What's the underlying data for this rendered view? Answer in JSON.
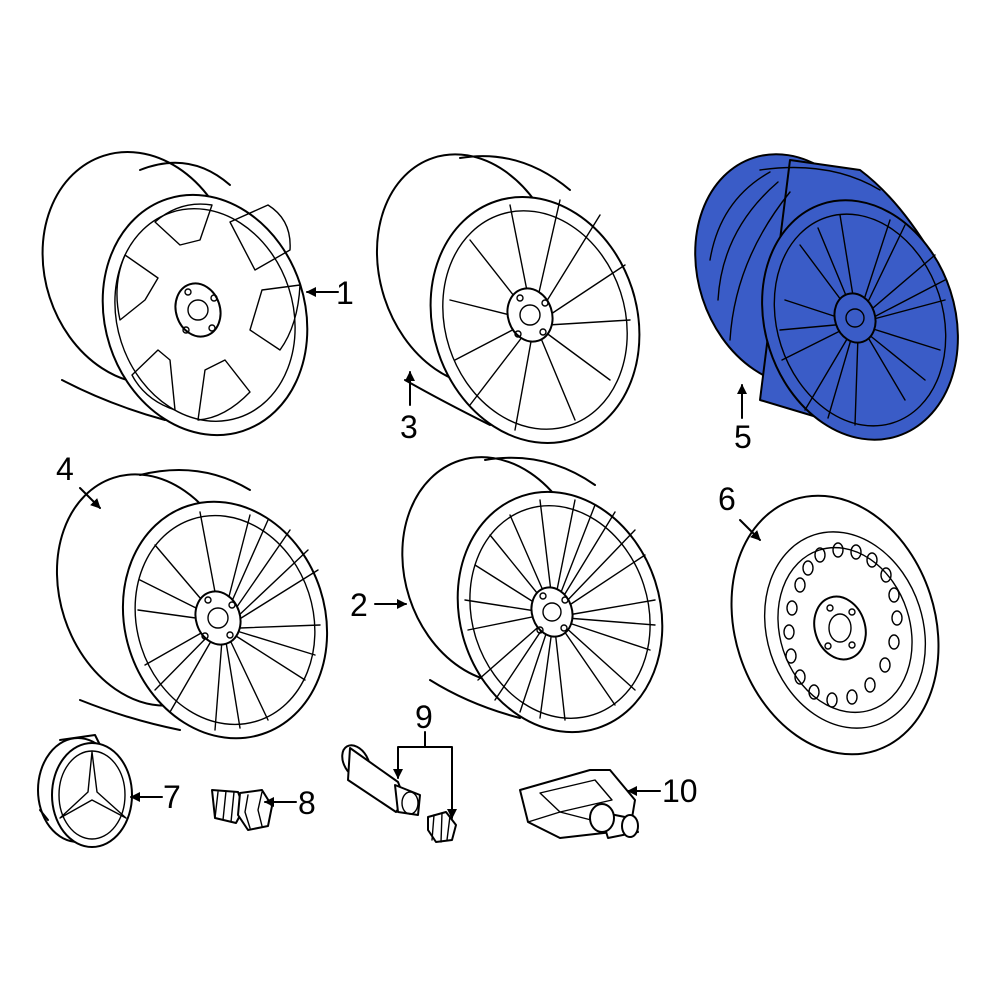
{
  "highlight_color": "#3a5cc7",
  "callouts": {
    "c1": "1",
    "c2": "2",
    "c3": "3",
    "c4": "4",
    "c5": "5",
    "c6": "6",
    "c7": "7",
    "c8": "8",
    "c9": "9",
    "c10": "10"
  },
  "parts": {
    "wheel_5_highlighted": true
  }
}
